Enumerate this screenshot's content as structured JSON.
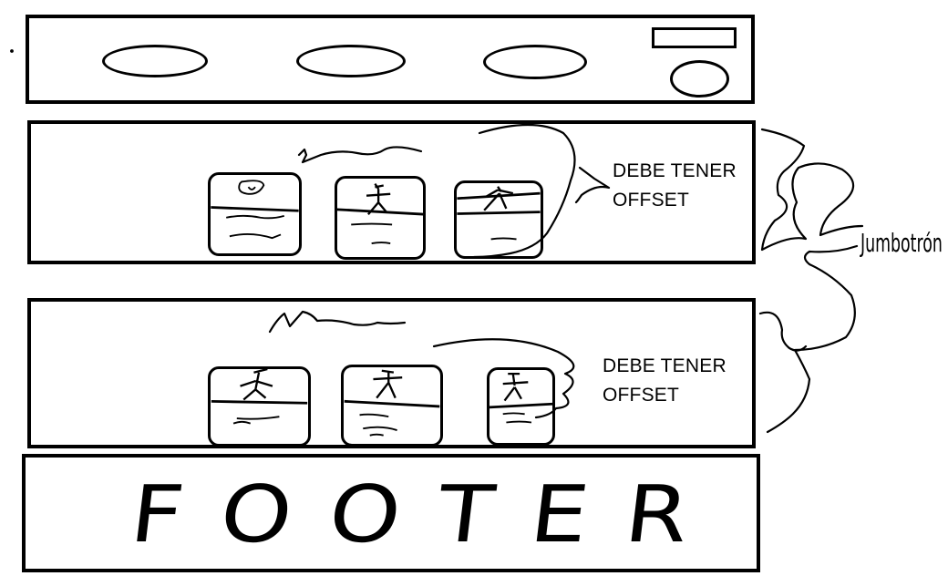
{
  "navbar": {
    "nav_items": [
      "",
      "",
      ""
    ],
    "search_box": "",
    "user_button": ""
  },
  "sections": [
    {
      "note": [
        "DEBE TENER",
        "OFFSET"
      ]
    },
    {
      "note": [
        "DEBE TENER",
        "OFFSET"
      ]
    }
  ],
  "jumbotron_label": "Jumbotrón",
  "footer": {
    "label": "FOOTER"
  }
}
